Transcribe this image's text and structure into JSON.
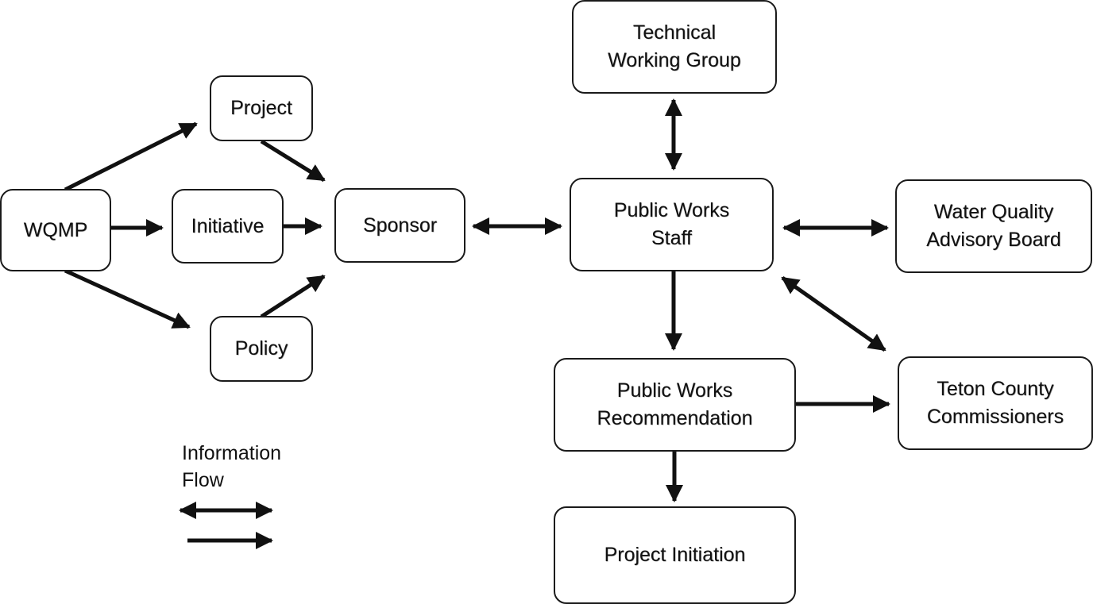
{
  "diagram": {
    "nodes": {
      "wqmp": "WQMP",
      "project": "Project",
      "initiative": "Initiative",
      "policy": "Policy",
      "sponsor": "Sponsor",
      "technical_working_group": "Technical\nWorking Group",
      "public_works_staff": "Public Works\nStaff",
      "water_quality_advisory_board": "Water Quality\nAdvisory Board",
      "public_works_recommendation": "Public Works\nRecommendation",
      "teton_county_commissioners": "Teton County\nCommissioners",
      "project_initiation": "Project Initiation"
    },
    "edges": [
      {
        "from": "WQMP",
        "to": "Project",
        "type": "one-way"
      },
      {
        "from": "WQMP",
        "to": "Initiative",
        "type": "one-way"
      },
      {
        "from": "WQMP",
        "to": "Policy",
        "type": "one-way"
      },
      {
        "from": "Project",
        "to": "Sponsor",
        "type": "one-way"
      },
      {
        "from": "Initiative",
        "to": "Sponsor",
        "type": "one-way"
      },
      {
        "from": "Policy",
        "to": "Sponsor",
        "type": "one-way"
      },
      {
        "from": "Sponsor",
        "to": "Public Works Staff",
        "type": "two-way"
      },
      {
        "from": "Technical Working Group",
        "to": "Public Works Staff",
        "type": "two-way"
      },
      {
        "from": "Public Works Staff",
        "to": "Water Quality Advisory Board",
        "type": "two-way"
      },
      {
        "from": "Public Works Staff",
        "to": "Public Works Recommendation",
        "type": "one-way"
      },
      {
        "from": "Public Works Staff",
        "to": "Teton County Commissioners",
        "type": "two-way"
      },
      {
        "from": "Public Works Recommendation",
        "to": "Teton County Commissioners",
        "type": "one-way"
      },
      {
        "from": "Public Works Recommendation",
        "to": "Project Initiation",
        "type": "one-way"
      }
    ]
  },
  "legend": {
    "title": "Information\nFlow",
    "items": [
      {
        "type": "two-way",
        "icon": "double-headed-arrow-icon"
      },
      {
        "type": "one-way",
        "icon": "right-arrow-icon"
      }
    ]
  },
  "colors": {
    "stroke": "#111111",
    "box_border": "#1a1a1a",
    "background": "#ffffff"
  }
}
